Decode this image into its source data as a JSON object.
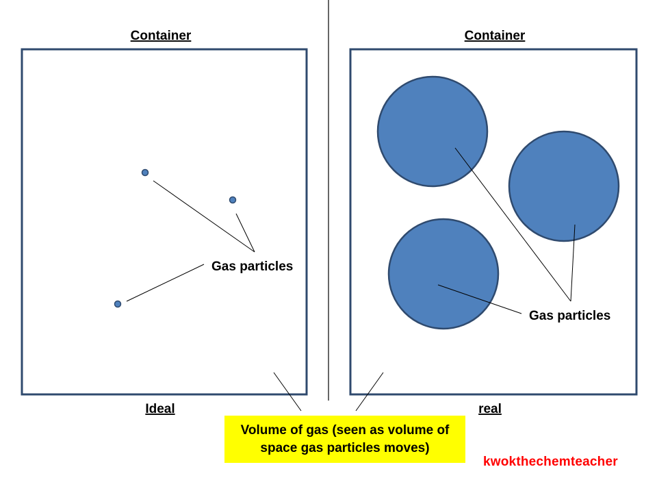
{
  "left_panel": {
    "heading": "Container",
    "caption": "Ideal",
    "callout": "Gas particles"
  },
  "right_panel": {
    "heading": "Container",
    "caption": "real",
    "callout": "Gas particles"
  },
  "volume_note": {
    "line1": "Volume of gas (seen as volume of",
    "line2": "space gas particles moves)"
  },
  "credit": "kwokthechemteacher",
  "colors": {
    "container_border": "#2f4a6e",
    "particle_fill": "#4f81bd",
    "particle_stroke": "#2f4a6e",
    "note_background": "#ffff00",
    "credit_text": "#ff0000"
  }
}
